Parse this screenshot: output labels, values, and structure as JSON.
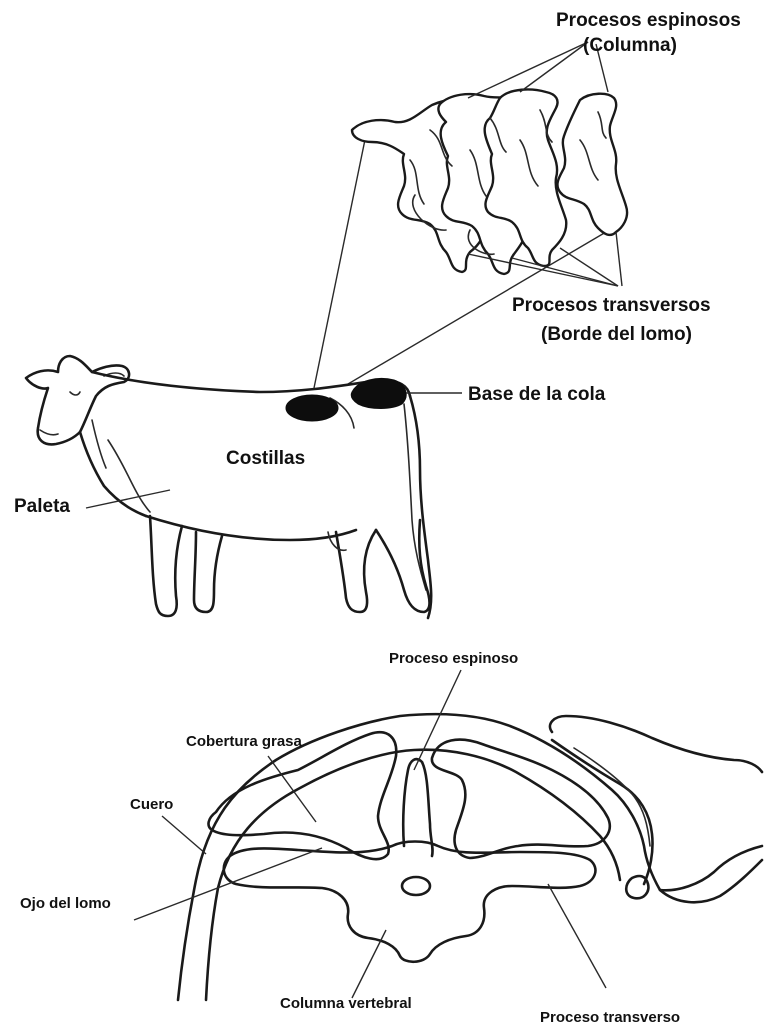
{
  "labels": {
    "spinous_processes": [
      "Procesos espinosos",
      "(Columna)"
    ],
    "transverse_processes": [
      "Procesos transversos",
      "(Borde del lomo)"
    ],
    "tailhead": "Base de la cola",
    "ribs": "Costillas",
    "shoulder": "Paleta",
    "spinous_process": "Proceso espinoso",
    "fat_cover": "Cobertura grasa",
    "hide": "Cuero",
    "loin_eye": "Ojo del lomo",
    "vertebral_column": "Columna vertebral",
    "transverse_process": "Proceso transverso"
  }
}
